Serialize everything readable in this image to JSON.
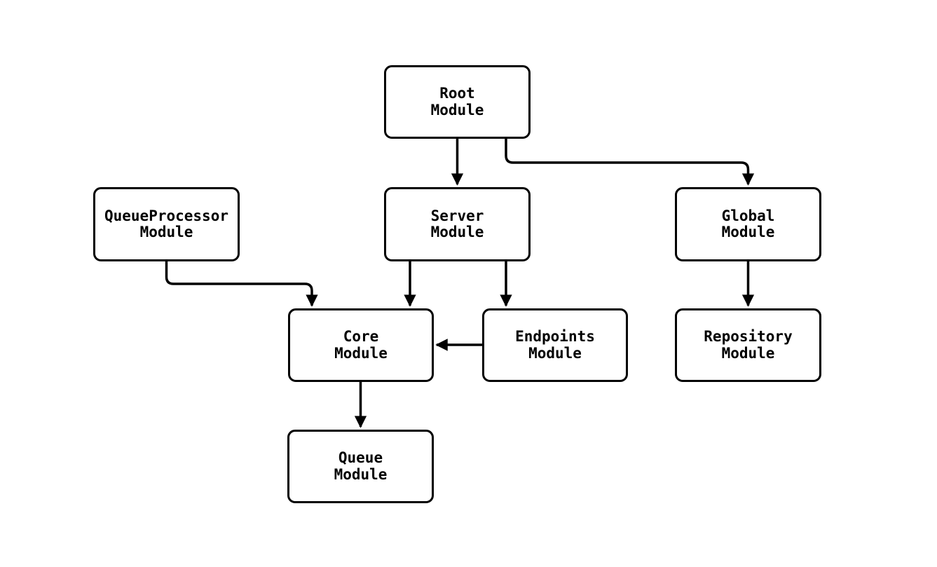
{
  "diagram": {
    "type": "module-dependency-flowchart",
    "background_color": "#ffffff",
    "stroke_color": "#000000",
    "text_color": "#000000",
    "node_fill_color": "#ffffff",
    "nodes": [
      {
        "id": "root",
        "label": "Root\nModule"
      },
      {
        "id": "queueprocessor",
        "label": "QueueProcessor\nModule"
      },
      {
        "id": "server",
        "label": "Server\nModule"
      },
      {
        "id": "global",
        "label": "Global\nModule"
      },
      {
        "id": "core",
        "label": "Core\nModule"
      },
      {
        "id": "endpoints",
        "label": "Endpoints\nModule"
      },
      {
        "id": "repository",
        "label": "Repository\nModule"
      },
      {
        "id": "queue",
        "label": "Queue\nModule"
      }
    ],
    "edges": [
      {
        "from": "Root Module",
        "to": "Server Module"
      },
      {
        "from": "Root Module",
        "to": "Global Module"
      },
      {
        "from": "QueueProcessor Module",
        "to": "Core Module"
      },
      {
        "from": "Server Module",
        "to": "Core Module"
      },
      {
        "from": "Server Module",
        "to": "Endpoints Module"
      },
      {
        "from": "Endpoints Module",
        "to": "Core Module"
      },
      {
        "from": "Global Module",
        "to": "Repository Module"
      },
      {
        "from": "Core Module",
        "to": "Queue Module"
      }
    ]
  }
}
